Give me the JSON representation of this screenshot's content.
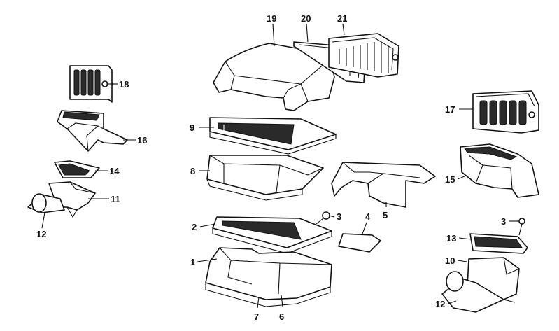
{
  "callouts": {
    "c19": "19",
    "c20": "20",
    "c21": "21",
    "c18": "18",
    "c16": "16",
    "c17": "17",
    "c9": "9",
    "c8": "8",
    "c14": "14",
    "c11": "11",
    "c12a": "12",
    "c15": "15",
    "c5": "5",
    "c4": "4",
    "c3a": "3",
    "c2": "2",
    "c3b": "3",
    "c13": "13",
    "c10": "10",
    "c1": "1",
    "c12b": "12",
    "c7": "7",
    "c6": "6"
  }
}
